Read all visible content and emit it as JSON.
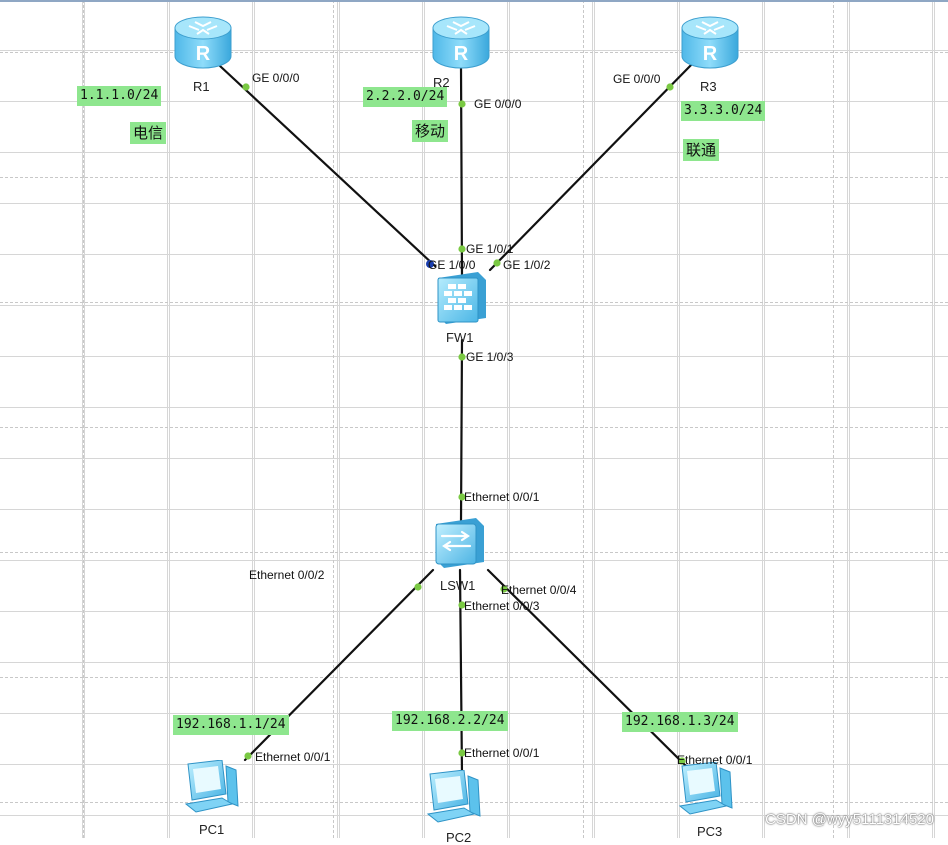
{
  "devices": {
    "r1": {
      "label": "R1",
      "icon": "router-icon"
    },
    "r2": {
      "label": "R2",
      "icon": "router-icon"
    },
    "r3": {
      "label": "R3",
      "icon": "router-icon"
    },
    "fw1": {
      "label": "FW1",
      "icon": "firewall-icon"
    },
    "lsw1": {
      "label": "LSW1",
      "icon": "switch-icon"
    },
    "pc1": {
      "label": "PC1",
      "icon": "pc-icon"
    },
    "pc2": {
      "label": "PC2",
      "icon": "pc-icon"
    },
    "pc3": {
      "label": "PC3",
      "icon": "pc-icon"
    }
  },
  "ports": {
    "r1_ge": "GE 0/0/0",
    "r2_ge": "GE 0/0/0",
    "r3_ge": "GE 0/0/0",
    "fw_100": "GE 1/0/0",
    "fw_101": "GE 1/0/1",
    "fw_102": "GE 1/0/2",
    "fw_103": "GE 1/0/3",
    "lsw_001": "Ethernet 0/0/1",
    "lsw_002": "Ethernet 0/0/2",
    "lsw_003": "Ethernet 0/0/3",
    "lsw_004": "Ethernet 0/0/4",
    "pc1_eth": "Ethernet 0/0/1",
    "pc2_eth": "Ethernet 0/0/1",
    "pc3_eth": "Ethernet 0/0/1"
  },
  "notes": {
    "r1_net": "1.1.1.0/24",
    "r1_isp": "电信",
    "r2_net": "2.2.2.0/24",
    "r2_isp": "移动",
    "r3_net": "3.3.3.0/24",
    "r3_isp": "联通",
    "pc1_ip": "192.168.1.1/24",
    "pc2_ip": "192.168.2.2/24",
    "pc3_ip": "192.168.1.3/24"
  },
  "watermark": "CSDN @wyy5111314520",
  "colors": {
    "link": "#111111",
    "port_dot": "#7ac943",
    "port_dot_active": "#1a3fb0",
    "note_bg": "#8ee68e",
    "device_blue": "#5ec8f0"
  }
}
